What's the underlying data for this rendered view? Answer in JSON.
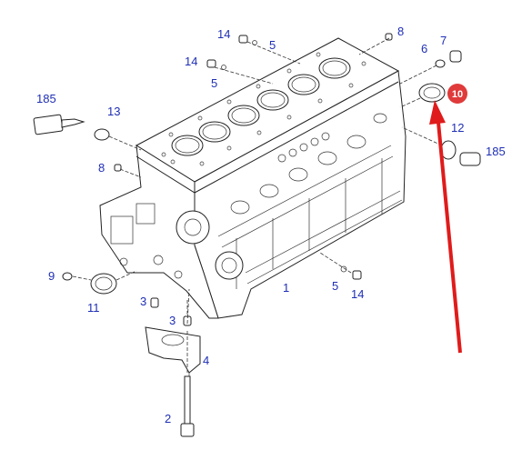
{
  "callouts": {
    "c1": "1",
    "c2": "2",
    "c3a": "3",
    "c3b": "3",
    "c4": "4",
    "c5a": "5",
    "c5b": "5",
    "c5c": "5",
    "c6": "6",
    "c7": "7",
    "c8a": "8",
    "c8b": "8",
    "c9": "9",
    "c10": "10",
    "c11": "11",
    "c12": "12",
    "c13": "13",
    "c14a": "14",
    "c14b": "14",
    "c14c": "14",
    "c185a": "185",
    "c185b": "185"
  },
  "colors": {
    "callout_text": "#1f2fb5",
    "highlight_badge": "#e03a3a",
    "arrow": "#e01b1b"
  }
}
